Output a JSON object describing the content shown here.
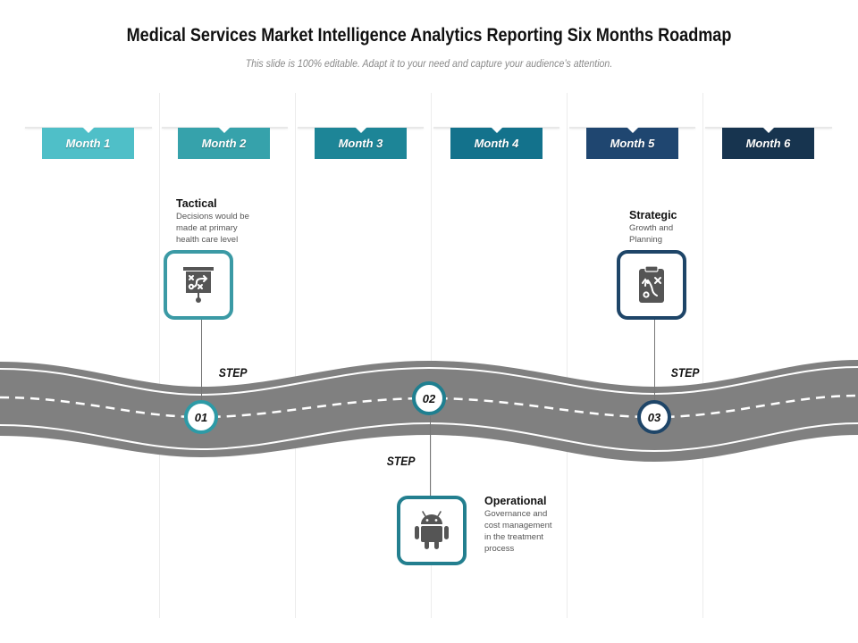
{
  "header": {
    "title": "Medical Services Market Intelligence Analytics Reporting Six Months Roadmap",
    "subtitle": "This slide is 100% editable. Adapt it to your need and capture your audience’s attention."
  },
  "months": [
    {
      "label": "Month 1",
      "color": "#4fbfc8"
    },
    {
      "label": "Month 2",
      "color": "#36a2ab"
    },
    {
      "label": "Month 3",
      "color": "#1d8597"
    },
    {
      "label": "Month 4",
      "color": "#13728c"
    },
    {
      "label": "Month 5",
      "color": "#1f4670"
    },
    {
      "label": "Month 6",
      "color": "#17344f"
    }
  ],
  "road": {
    "asphalt_color": "#808080",
    "line_color": "#ffffff"
  },
  "steps": [
    {
      "number": "01",
      "step_label": "STEP",
      "title": "Tactical",
      "description": [
        "Decisions would be",
        "made at primary",
        "health care level"
      ],
      "icon": "strategy-presentation-icon",
      "ring_color": "#2d9aa6",
      "box_color": "#3b9aa5"
    },
    {
      "number": "02",
      "step_label": "STEP",
      "title": "Operational",
      "description": [
        "Governance and",
        "cost management",
        "in the treatment",
        "process"
      ],
      "icon": "android-robot-icon",
      "ring_color": "#1f7f90",
      "box_color": "#237f8f"
    },
    {
      "number": "03",
      "step_label": "STEP",
      "title": "Strategic",
      "description": [
        "Growth and",
        "Planning"
      ],
      "icon": "clipboard-strategy-icon",
      "ring_color": "#1e4568",
      "box_color": "#1e4568"
    }
  ]
}
